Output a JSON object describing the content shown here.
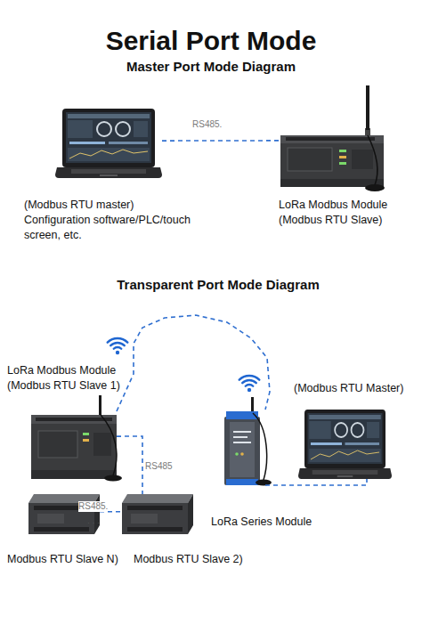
{
  "diagram": {
    "title": "Serial Port Mode",
    "nodes": [
      {
        "text": [
          "(Modbus RTU master)",
          "Configuration software/PLC/touch screen, etc."
        ]
      },
      {
        "text": [
          "LoRa Modbus Module (Modbus RTU Slave)"
        ]
      },
      {
        "text": [
          "LoRa Modbus Module (Modbus RTU Slave 1)"
        ]
      },
      {
        "text": [
          "LoRa Series Module"
        ]
      },
      {
        "text": [
          "(Modbus RTU Master)"
        ]
      },
      {
        "text": [
          "Modbus RTU Slave N)"
        ]
      },
      {
        "text": [
          "Modbus RTU Slave 2)"
        ]
      }
    ],
    "edges": [
      {
        "from": 0,
        "to": 1,
        "label": "RS485.",
        "arrow": "none"
      },
      {
        "from": 2,
        "to": 3,
        "arrow": "none"
      },
      {
        "from": 3,
        "to": 4,
        "arrow": "none"
      },
      {
        "from": 2,
        "to": 6,
        "label": "RS485",
        "arrow": "none"
      },
      {
        "from": 6,
        "to": 5,
        "label": "RS485.",
        "arrow": "none"
      }
    ],
    "labels": [
      "Master Port Mode Diagram",
      "Transparent Port Mode Diagram",
      "· · ·"
    ]
  }
}
